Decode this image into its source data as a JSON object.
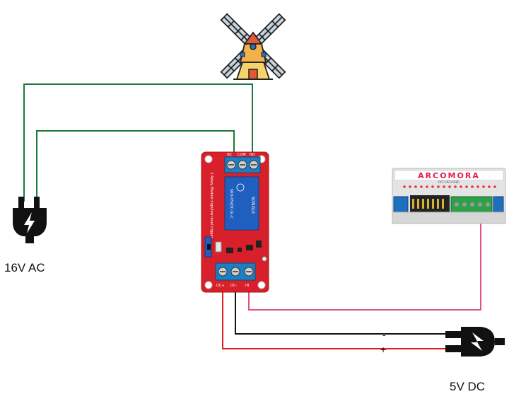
{
  "labels": {
    "ac_source": "16V AC",
    "dc_source": "5V DC"
  },
  "relay": {
    "pin_out_top": [
      "NC",
      "COM",
      "NO"
    ],
    "pin_in_bottom": [
      "DC+",
      "DC-",
      "IN"
    ],
    "side_text": "1 Relay Module high/low level trigger",
    "relay_text": "SRD-05VDC-SL-C",
    "brand_mark": "SONGLE"
  },
  "decoder": {
    "brand": "ARCOMORA",
    "subtitle": "DCC DECODER"
  },
  "polarity": {
    "negative": "-",
    "positive": "+"
  },
  "colors": {
    "ac_wire": "#1a7a3a",
    "signal_wire": "#e0508a",
    "neg_wire": "#111111",
    "pos_wire": "#e02020",
    "relay_board": "#d8202a",
    "relay_body": "#1f5fbf",
    "terminal": "#1b7fc4"
  },
  "icons": {
    "load": "windmill-icon",
    "ac_source": "ac-plug-icon",
    "dc_source": "dc-plug-icon"
  }
}
